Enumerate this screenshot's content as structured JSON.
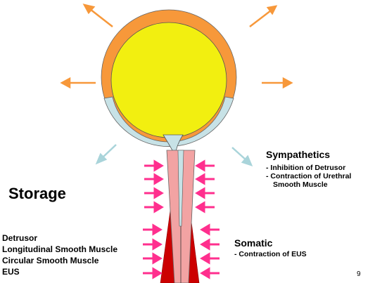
{
  "title": "Storage",
  "sympathetics": {
    "heading": "Sympathetics",
    "items": [
      "- Inhibition of Detrusor",
      "- Contraction of Urethral",
      "Smooth Muscle"
    ]
  },
  "somatic": {
    "heading": "Somatic",
    "items": [
      "- Contraction of EUS"
    ]
  },
  "layers": [
    "Detrusor",
    "Longitudinal Smooth Muscle",
    "Circular Smooth Muscle",
    "EUS"
  ],
  "page_number": "9",
  "colors": {
    "detrusor": "#f7983a",
    "lumen": "#f2ef10",
    "bladder_neck": "#c7e2e6",
    "urethra": "#f2a3a3",
    "eus": "#cc0000",
    "expansion_arrow": "#f7983a",
    "neck_arrow": "#a9d4da",
    "pressure_arrow": "#ff2f8e"
  }
}
